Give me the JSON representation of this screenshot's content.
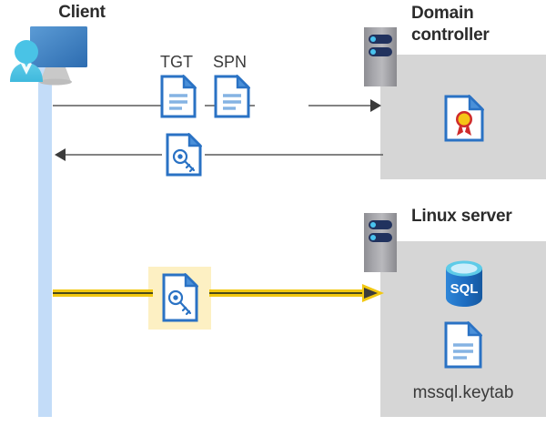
{
  "diagram": {
    "title_client": "Client",
    "title_domain_controller": "Domain\ncontroller",
    "title_linux_server": "Linux server",
    "labels": {
      "tgt": "TGT",
      "spn": "SPN",
      "keytab_file": "mssql.keytab",
      "sql_db": "SQL"
    },
    "icons": {
      "client": "user-with-monitor-icon",
      "dc_rack": "server-rack-icon",
      "linux_rack": "server-rack-icon",
      "tgt_document": "document-icon",
      "spn_document": "document-icon",
      "ticket_key_document": "document-with-key-icon",
      "certificate": "certificate-document-icon",
      "sql_database": "sql-database-icon",
      "keytab_document": "document-icon",
      "keytab_key_document": "document-with-key-icon"
    },
    "flows": [
      {
        "name": "client-to-dc-request",
        "direction": "right",
        "from": "Client",
        "to": "Domain controller",
        "carries": [
          "TGT",
          "SPN"
        ],
        "style": "thin-gray"
      },
      {
        "name": "dc-to-client-ticket",
        "direction": "left",
        "from": "Domain controller",
        "to": "Client",
        "carries": [
          "service-ticket"
        ],
        "style": "thin-gray"
      },
      {
        "name": "client-to-linux-ticket",
        "direction": "right",
        "from": "Client",
        "to": "Linux server",
        "carries": [
          "service-ticket"
        ],
        "style": "thick-yellow-highlighted"
      }
    ],
    "colors": {
      "panel_gray": "#d6d6d6",
      "lifeline_blue": "#c3dcf8",
      "arrow_gray": "#5a5a5a",
      "arrow_yellow": "#f2c811",
      "highlight_yellow": "#fdf0c3",
      "doc_border_blue": "#2a72c4",
      "doc_line_blue": "#85b3e3",
      "sql_blue": "#1b6fc4",
      "cert_red": "#cf2b2b",
      "cert_gold": "#f5c516",
      "rack_led_navy": "#21325e",
      "text_dark": "#2b2b2b"
    }
  }
}
